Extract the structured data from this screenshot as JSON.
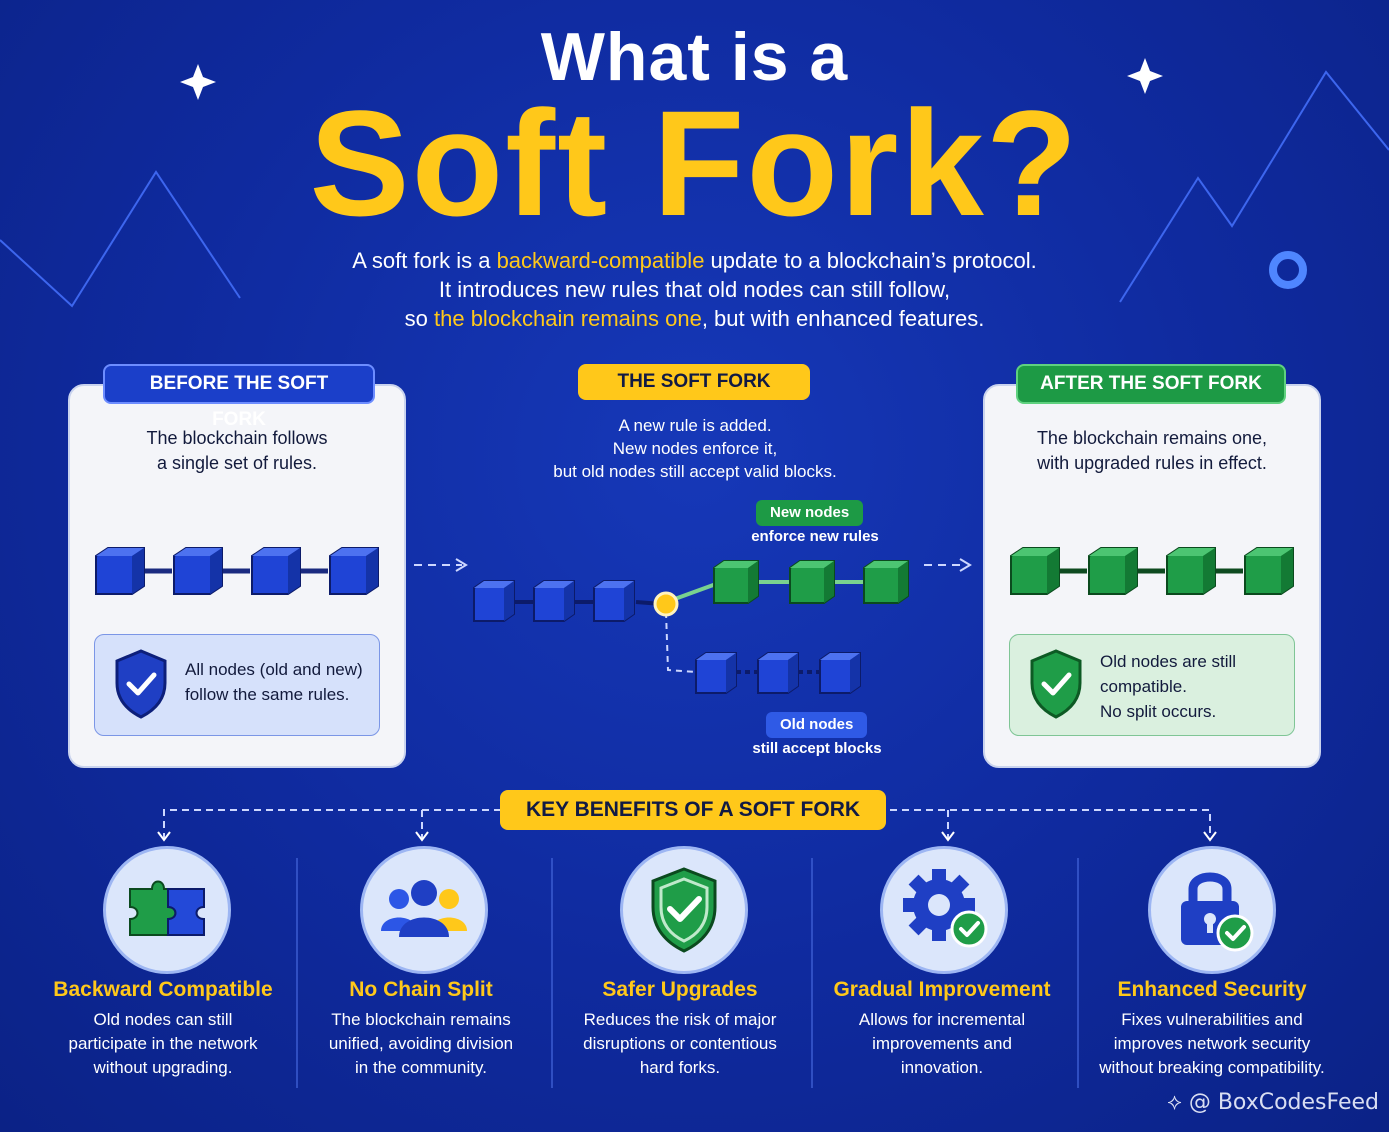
{
  "title": {
    "line1": "What is a",
    "line2": "Soft Fork?"
  },
  "intro": {
    "l1_a": "A soft fork is a ",
    "l1_hl": "backward-compatible",
    "l1_b": " update to a blockchain’s protocol.",
    "l2": "It introduces new rules that old nodes can still follow,",
    "l3_a": "so ",
    "l3_hl": "the blockchain remains one",
    "l3_b": ", but with enhanced features."
  },
  "before": {
    "label": "BEFORE THE SOFT FORK",
    "text_1": "The blockchain follows",
    "text_2": "a single set of rules.",
    "info_1": "All nodes (old and new)",
    "info_2": "follow the same rules."
  },
  "during": {
    "label": "THE SOFT FORK",
    "text_1": "A new rule is added.",
    "text_2": "New nodes enforce it,",
    "text_3": "but old nodes still accept valid blocks.",
    "new_tag": "New nodes",
    "new_sub": "enforce new rules",
    "old_tag": "Old nodes",
    "old_sub": "still accept blocks"
  },
  "after": {
    "label": "AFTER THE SOFT FORK",
    "text_1": "The blockchain remains one,",
    "text_2": "with upgraded rules in effect.",
    "info_1": "Old nodes are still",
    "info_2": "compatible.",
    "info_3": "No split occurs."
  },
  "benefits": {
    "label": "KEY BENEFITS OF A SOFT FORK",
    "items": [
      {
        "icon": "puzzle-icon",
        "title": "Backward Compatible",
        "d1": "Old nodes can still",
        "d2": "participate in the network",
        "d3": "without upgrading."
      },
      {
        "icon": "people-icon",
        "title": "No Chain Split",
        "d1": "The blockchain remains",
        "d2": "unified, avoiding division",
        "d3": "in the community."
      },
      {
        "icon": "shield-check-icon",
        "title": "Safer Upgrades",
        "d1": "Reduces the risk of major",
        "d2": "disruptions or contentious",
        "d3": "hard forks."
      },
      {
        "icon": "gear-check-icon",
        "title": "Gradual Improvement",
        "d1": "Allows for incremental",
        "d2": "improvements and",
        "d3": "innovation."
      },
      {
        "icon": "lock-check-icon",
        "title": "Enhanced Security",
        "d1": "Fixes vulnerabilities and",
        "d2": "improves network security",
        "d3": "without breaking compatibility."
      }
    ]
  },
  "watermark": "@ BoxCodesFeed",
  "colors": {
    "accent": "#ffc81a",
    "blue_block": "#1f44d6",
    "green_block": "#1f9d48",
    "background": "#0f2a9e"
  }
}
